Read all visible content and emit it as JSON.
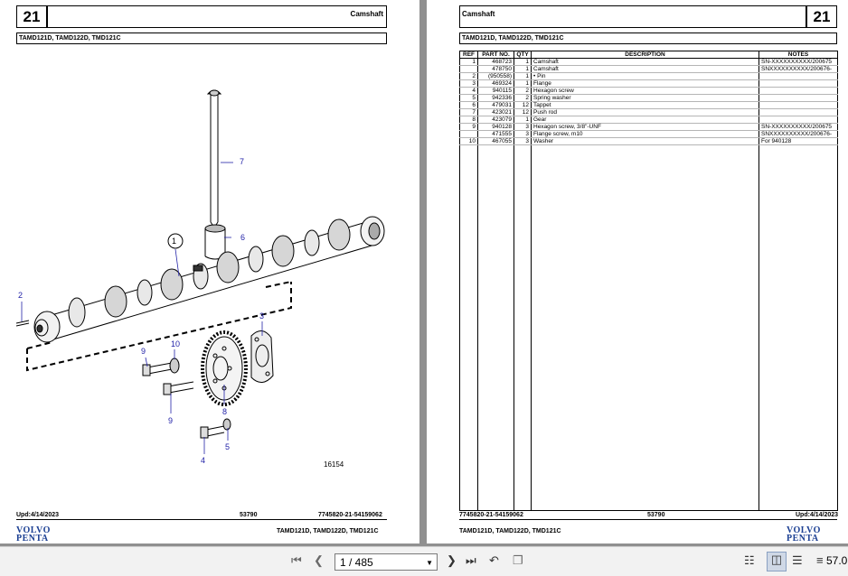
{
  "left_page": {
    "section_number": "21",
    "title": "Camshaft",
    "models": "TAMD121D, TAMD122D, TMD121C",
    "figure_number": "16154",
    "callouts": [
      "1",
      "2",
      "3",
      "4",
      "5",
      "6",
      "7",
      "8",
      "9",
      "9",
      "10"
    ],
    "footer": {
      "updated": "Upd:4/14/2023",
      "page": "53790",
      "code": "7745820-21-54159062",
      "models": "TAMD121D, TAMD122D, TMD121C"
    },
    "brand_line1": "VOLVO",
    "brand_line2": "PENTA"
  },
  "right_page": {
    "section_number": "21",
    "title": "Camshaft",
    "models": "TAMD121D, TAMD122D, TMD121C",
    "table_headers": [
      "REF",
      "PART NO.",
      "QTY",
      "DESCRIPTION",
      "NOTES"
    ],
    "rows": [
      {
        "ref": "1",
        "part": "468723",
        "qty": "1",
        "desc": "Camshaft",
        "notes": "SN-XXXXXXXXXX/200675"
      },
      {
        "ref": "",
        "part": "478750",
        "qty": "1",
        "desc": "Camshaft",
        "notes": "SNXXXXXXXXXX/200676-"
      },
      {
        "ref": "2",
        "part": "(950558)",
        "qty": "1",
        "desc": "• Pin",
        "notes": ""
      },
      {
        "ref": "3",
        "part": "469324",
        "qty": "1",
        "desc": "Flange",
        "notes": ""
      },
      {
        "ref": "4",
        "part": "940115",
        "qty": "2",
        "desc": "Hexagon screw",
        "notes": ""
      },
      {
        "ref": "5",
        "part": "942336",
        "qty": "2",
        "desc": "Spring washer",
        "notes": ""
      },
      {
        "ref": "6",
        "part": "479031",
        "qty": "12",
        "desc": "Tappet",
        "notes": ""
      },
      {
        "ref": "7",
        "part": "423021",
        "qty": "12",
        "desc": "Push rod",
        "notes": ""
      },
      {
        "ref": "8",
        "part": "423079",
        "qty": "1",
        "desc": "Gear",
        "notes": ""
      },
      {
        "ref": "9",
        "part": "940128",
        "qty": "3",
        "desc": "Hexagon screw, 3/8\"-UNF",
        "notes": "SN-XXXXXXXXXX/200675"
      },
      {
        "ref": "",
        "part": "471555",
        "qty": "3",
        "desc": "Flange screw, m10",
        "notes": "SNXXXXXXXXXX/200676-"
      },
      {
        "ref": "10",
        "part": "467055",
        "qty": "3",
        "desc": "Washer",
        "notes": "For 940128"
      }
    ],
    "footer": {
      "code": "7745820-21-54159062",
      "page": "53790",
      "updated": "Upd:4/14/2023",
      "models": "TAMD121D, TAMD122D, TMD121C"
    },
    "brand_line1": "VOLVO",
    "brand_line2": "PENTA"
  },
  "toolbar": {
    "page_indicator": "1 / 485",
    "zoom": "57.0"
  },
  "colors": {
    "callout_blue": "#2323a8",
    "brand_blue": "#1b3f93",
    "viewer_bg": "#909090"
  }
}
